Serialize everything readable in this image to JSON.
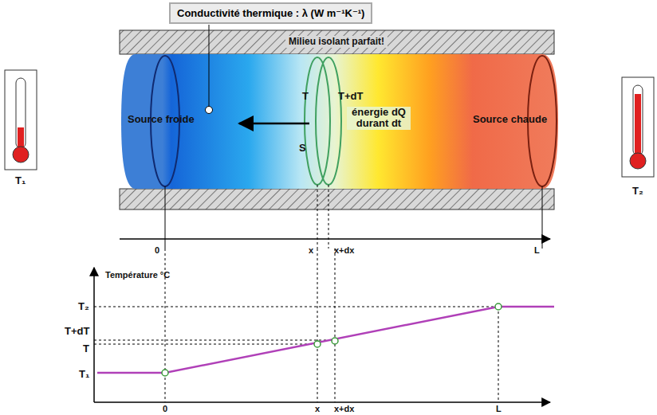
{
  "diagram": {
    "nodes": [
      {
        "text": [
          "Conductivité thermique : λ (W m⁻¹K⁻¹)"
        ]
      }
    ],
    "labels": [
      "Milieu isolant parfait!",
      "Source froide",
      "Source chaude",
      "T",
      "T+dT",
      "énergie dQ durant dt",
      "S",
      "T₁",
      "T₂",
      "0",
      "x",
      "x+dx",
      "L",
      "Température °C",
      "T₂",
      "T+dT",
      "T",
      "T₁",
      "0",
      "x",
      "x+dx",
      "L"
    ]
  }
}
